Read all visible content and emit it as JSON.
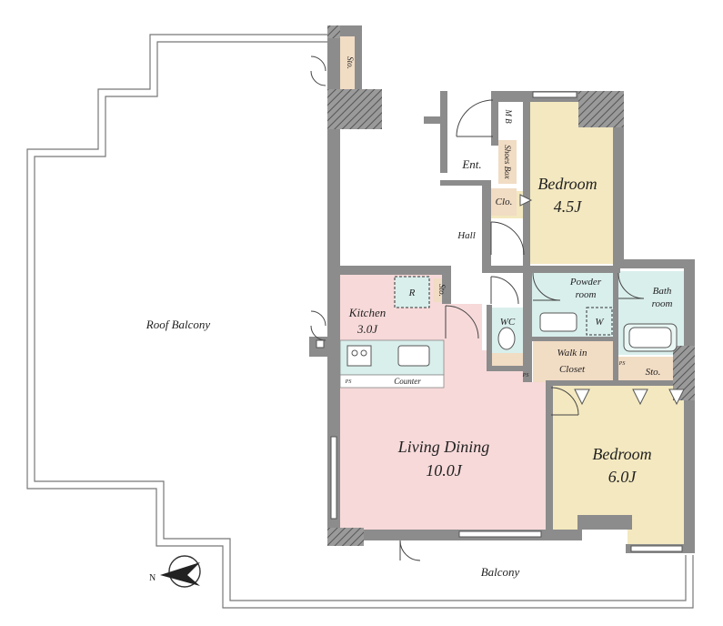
{
  "rooms": {
    "roof_balcony": "Roof Balcony",
    "balcony": "Balcony",
    "entrance": "Ent.",
    "hall": "Hall",
    "shoes_box": "Shoes Box",
    "mb": "M B",
    "closet_small": "Clo.",
    "bedroom1_name": "Bedroom",
    "bedroom1_size": "4.5J",
    "bedroom2_name": "Bedroom",
    "bedroom2_size": "6.0J",
    "kitchen_name": "Kitchen",
    "kitchen_size": "3.0J",
    "refrigerator": "R",
    "storage": "Sto.",
    "storage_roof": "Sto.",
    "storage_kitchen": "Sto.",
    "counter": "Counter",
    "ps1": "PS",
    "ps2": "PS",
    "ps3": "PS",
    "wc": "WC",
    "powder_room_1": "Powder",
    "powder_room_2": "room",
    "washer": "W",
    "bath_room_1": "Bath",
    "bath_room_2": "room",
    "walk_in_closet_1": "Walk in",
    "walk_in_closet_2": "Closet",
    "living_dining_name": "Living Dining",
    "living_dining_size": "10.0J"
  },
  "compass": {
    "label": "N"
  },
  "colors": {
    "wall": "#8c8c8c",
    "hatch": "#6e6e6e",
    "bedroom": "#f3e8bf",
    "living": "#f7d9d9",
    "kitchen": "#f7d9d9",
    "wet_area": "#d9efec",
    "storage": "#f1dcc4",
    "floor": "#ffffff"
  }
}
